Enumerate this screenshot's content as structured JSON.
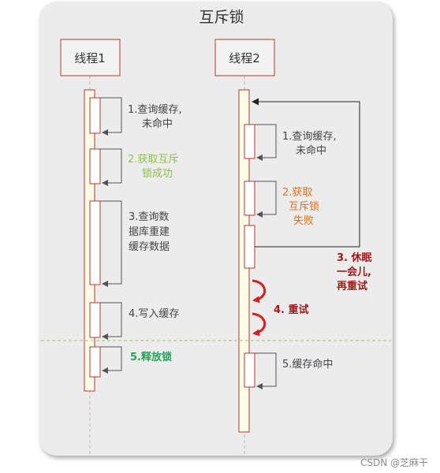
{
  "diagram": {
    "title": "互斥锁",
    "lanes": [
      {
        "label": "线程1"
      },
      {
        "label": "线程2"
      }
    ],
    "thread1_steps": [
      {
        "lines": [
          "1.查询缓存,",
          "未命中"
        ],
        "color": "#444444"
      },
      {
        "lines": [
          "2.获取互斥",
          "锁成功"
        ],
        "color": "#8cc14d"
      },
      {
        "lines": [
          "3.查询数",
          "据库重建",
          "缓存数据"
        ],
        "color": "#444444"
      },
      {
        "lines": [
          "4.写入缓存"
        ],
        "color": "#444444"
      },
      {
        "lines": [
          "5.释放锁"
        ],
        "color": "#22a35a"
      }
    ],
    "thread2_steps": [
      {
        "lines": [
          "1.查询缓存,",
          "未命中"
        ],
        "color": "#444444"
      },
      {
        "lines": [
          "2.获取",
          "互斥锁",
          "失败"
        ],
        "color": "#e0701e"
      },
      {
        "lines": [
          "3. 休眠",
          "一会儿,",
          "再重试"
        ],
        "color": "#a01818"
      },
      {
        "lines": [
          "4. 重试"
        ],
        "color": "#a01818"
      },
      {
        "lines": [
          "5.缓存命中"
        ],
        "color": "#444444"
      }
    ],
    "watermark": "CSDN @芝麻干",
    "colors": {
      "lane_border": "#b03a2e",
      "lane_text": "#333333",
      "activation_border": "#b03a2e",
      "activation_fill": "#fefbe6",
      "arrow": "#555555",
      "retry_arrow": "#d81e1e",
      "divider": "#9cc46a"
    }
  }
}
